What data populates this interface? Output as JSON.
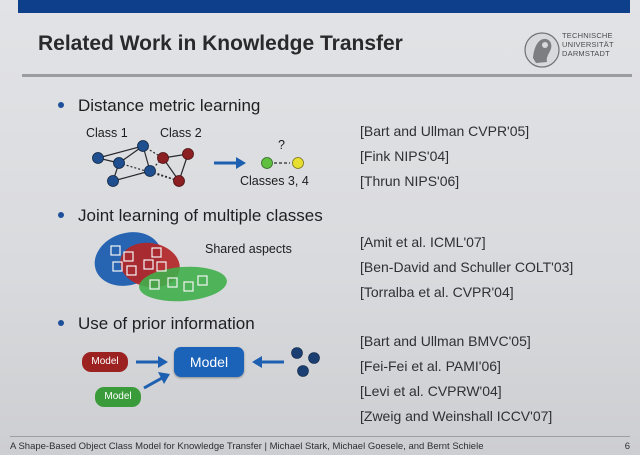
{
  "title": "Related Work in Knowledge Transfer",
  "logo": {
    "lines": [
      "TECHNISCHE",
      "UNIVERSITÄT",
      "DARMSTADT"
    ]
  },
  "sections": [
    {
      "heading": "Distance metric learning",
      "labels": {
        "class1": "Class 1",
        "class2": "Class 2",
        "question": "?",
        "classes34": "Classes 3, 4"
      },
      "references": [
        "[Bart and Ullman CVPR'05]",
        "[Fink NIPS'04]",
        "[Thrun NIPS'06]"
      ]
    },
    {
      "heading": "Joint learning of multiple classes",
      "labels": {
        "shared": "Shared aspects"
      },
      "references": [
        "[Amit et al. ICML'07]",
        "[Ben-David and Schuller COLT'03]",
        "[Torralba et al. CVPR'04]"
      ]
    },
    {
      "heading": "Use of prior information",
      "labels": {
        "model_red": "Model",
        "model_green": "Model",
        "model_main": "Model"
      },
      "references": [
        "[Bart and Ullman BMVC'05]",
        "[Fei-Fei et al. PAMI'06]",
        "[Levi et al. CVPRW'04]",
        "[Zweig and Weinshall ICCV'07]"
      ]
    }
  ],
  "footer": {
    "text": "A Shape-Based Object Class Model for Knowledge Transfer | Michael Stark, Michael Goesele, and Bernt Schiele",
    "page": "6"
  },
  "colors": {
    "accent": "#0d3f8a",
    "model_blue": "#1a63b8",
    "model_red": "#9c2222",
    "model_green": "#3a9b3a",
    "class1_node": "#1f4f8f",
    "class2_node": "#8c1f22",
    "new_green": "#5fbf3f",
    "new_yellow": "#e6df2f"
  }
}
